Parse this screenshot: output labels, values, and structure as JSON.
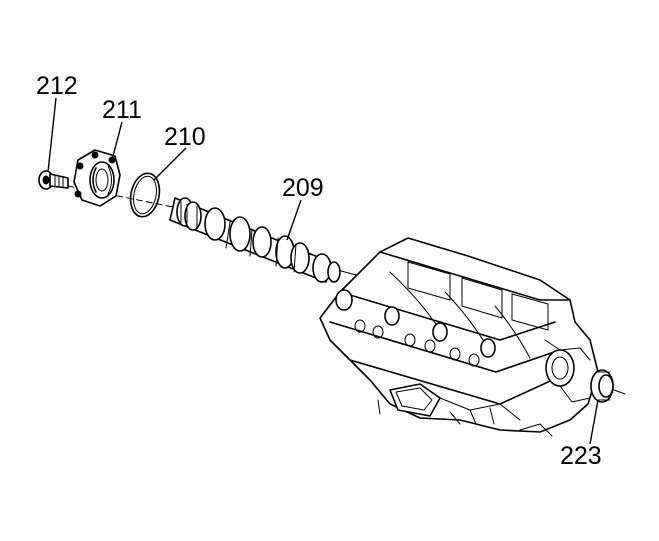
{
  "callouts": [
    {
      "id": "bolt",
      "text": "212"
    },
    {
      "id": "thrust-plate",
      "text": "211"
    },
    {
      "id": "o-ring",
      "text": "210"
    },
    {
      "id": "camshaft",
      "text": "209"
    },
    {
      "id": "seal",
      "text": "223"
    }
  ],
  "colors": {
    "ink": "#000000",
    "background": "#ffffff"
  }
}
